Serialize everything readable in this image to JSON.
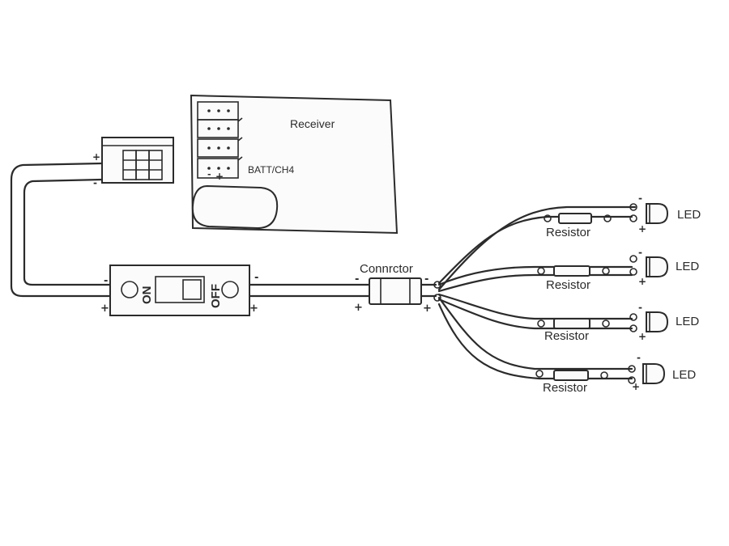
{
  "receiver": {
    "title": "Receiver",
    "port_label": "BATT/CH4"
  },
  "battery_connector": {
    "plus": "+",
    "minus": "-"
  },
  "switch": {
    "on_label": "ON",
    "off_label": "OFF"
  },
  "connector": {
    "label": "Connrctor"
  },
  "polarity": {
    "plus": "+",
    "minus": "-"
  },
  "led_branches": [
    {
      "resistor_label": "Resistor",
      "led_label": "LED"
    },
    {
      "resistor_label": "Resistor",
      "led_label": "LED"
    },
    {
      "resistor_label": "Resistor",
      "led_label": "LED"
    },
    {
      "resistor_label": "Resistor",
      "led_label": "LED"
    }
  ]
}
